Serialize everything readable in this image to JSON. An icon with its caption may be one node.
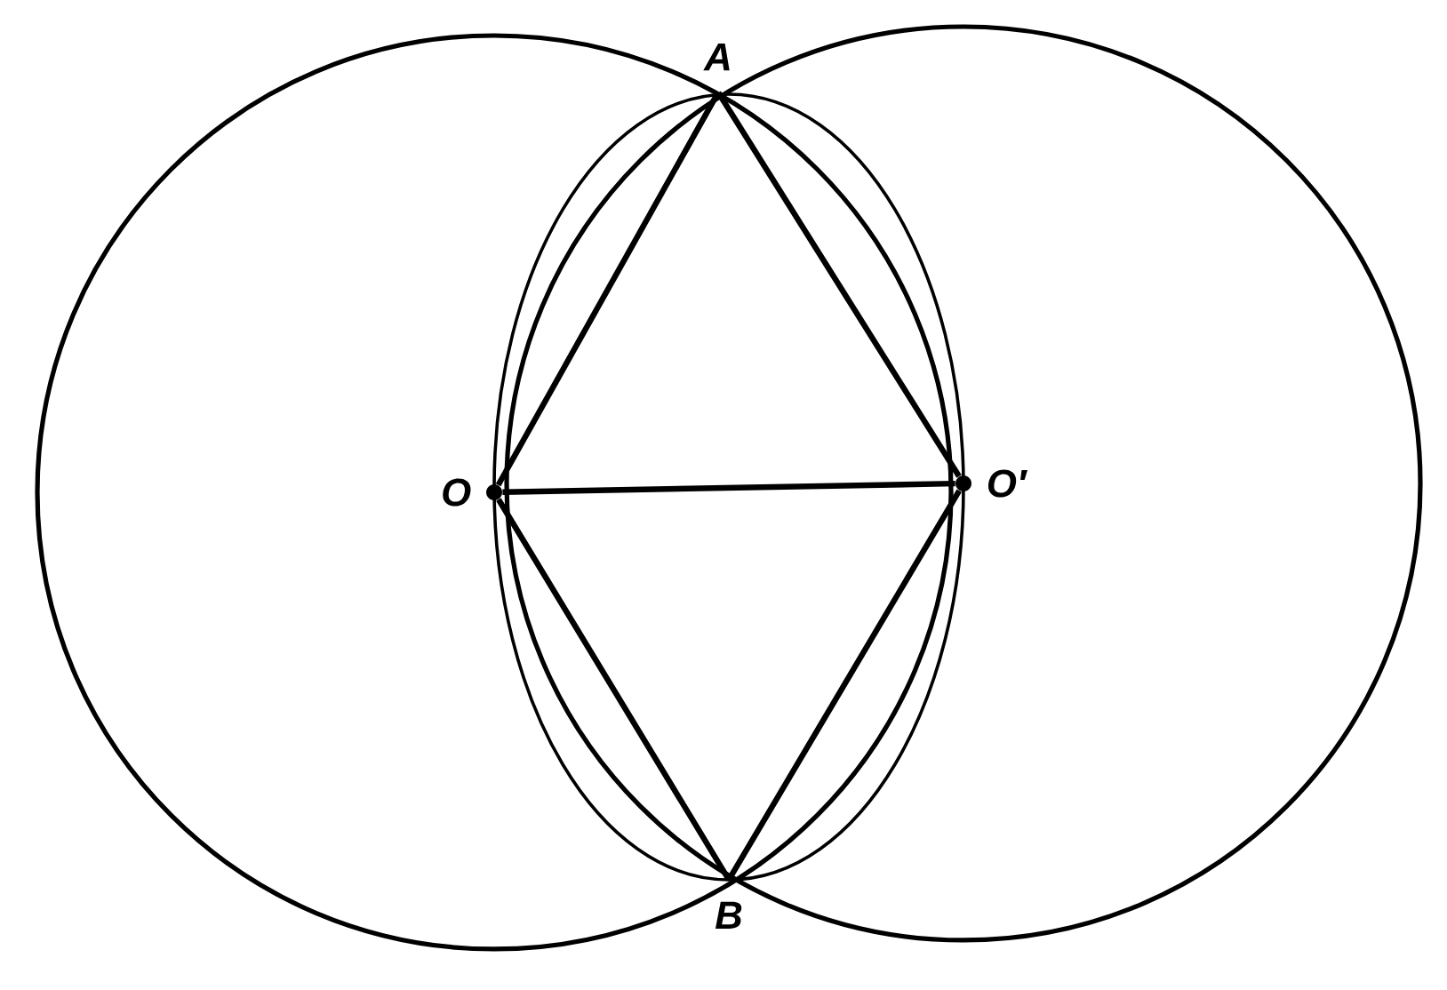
{
  "diagram": {
    "nodes": [
      {
        "text": [
          "A"
        ]
      },
      {
        "text": [
          "O"
        ]
      },
      {
        "text": [
          "O′"
        ]
      },
      {
        "text": [
          "B"
        ]
      }
    ],
    "edges": [
      {
        "from": 1,
        "to": 0,
        "arrow": "none"
      },
      {
        "from": 0,
        "to": 2,
        "arrow": "none"
      },
      {
        "from": 1,
        "to": 2,
        "arrow": "none"
      },
      {
        "from": 1,
        "to": 3,
        "arrow": "none"
      },
      {
        "from": 3,
        "to": 2,
        "arrow": "none"
      }
    ]
  }
}
